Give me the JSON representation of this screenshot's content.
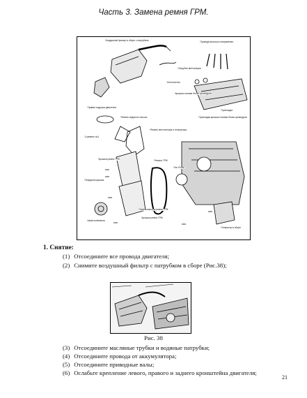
{
  "header": {
    "title": "Часть 3. Замена ремня ГРМ."
  },
  "diagram": {
    "labels": {
      "air_filter": "Воздушный фильтр в сборе с патрубком",
      "hv_wires": "Провода высокого напряжения",
      "vent_tube": "Патрубок вентиляции",
      "seal": "Уплотнитель",
      "head_cover": "Крышка головки блока цилиндров",
      "gasket": "Прокладка",
      "head_cover_gasket": "Прокладка крышки головки блока цилиндров",
      "right_mount": "Правая подушка двигателя",
      "water_pump_belt": "Ремень водяного насоса",
      "alt_belt": "Ремень вентилятора и генератора",
      "v_belt": "V-ремень №1",
      "belt_cover": "Крышка ремня ГРМ",
      "front_cover": "Передняя крышка",
      "timing_belt": "Ремень ГРМ",
      "fan_pulley": "Fan Pulley",
      "belt_guide": "Направляющая ремня ГРМ",
      "pulley": "Шкив коленвала",
      "belt_cover2": "Крышка ремня ГРМ",
      "generator": "Генератор в сборе"
    }
  },
  "section": {
    "heading": "1. Снятие:",
    "steps_top": [
      {
        "num": "(1)",
        "text": "Отсоедините все провода двигателя;"
      },
      {
        "num": "(2)",
        "text": "Снимите воздушный фильтр с патрубком в сборе (Рис.38);"
      }
    ],
    "figure_caption": "Рис. 38",
    "steps_bottom": [
      {
        "num": "(3)",
        "text": "Отсоедините масляные трубки и водяные патрубки;"
      },
      {
        "num": "(4)",
        "text": "Отсоедините провода от аккумулятора;"
      },
      {
        "num": "(5)",
        "text": "Отсоедините приводные валы;"
      },
      {
        "num": "(6)",
        "text": "Ослабьте крепление левого, правого и заднего кронштейна двигателя;"
      }
    ]
  },
  "footer": {
    "page_number": "21"
  }
}
